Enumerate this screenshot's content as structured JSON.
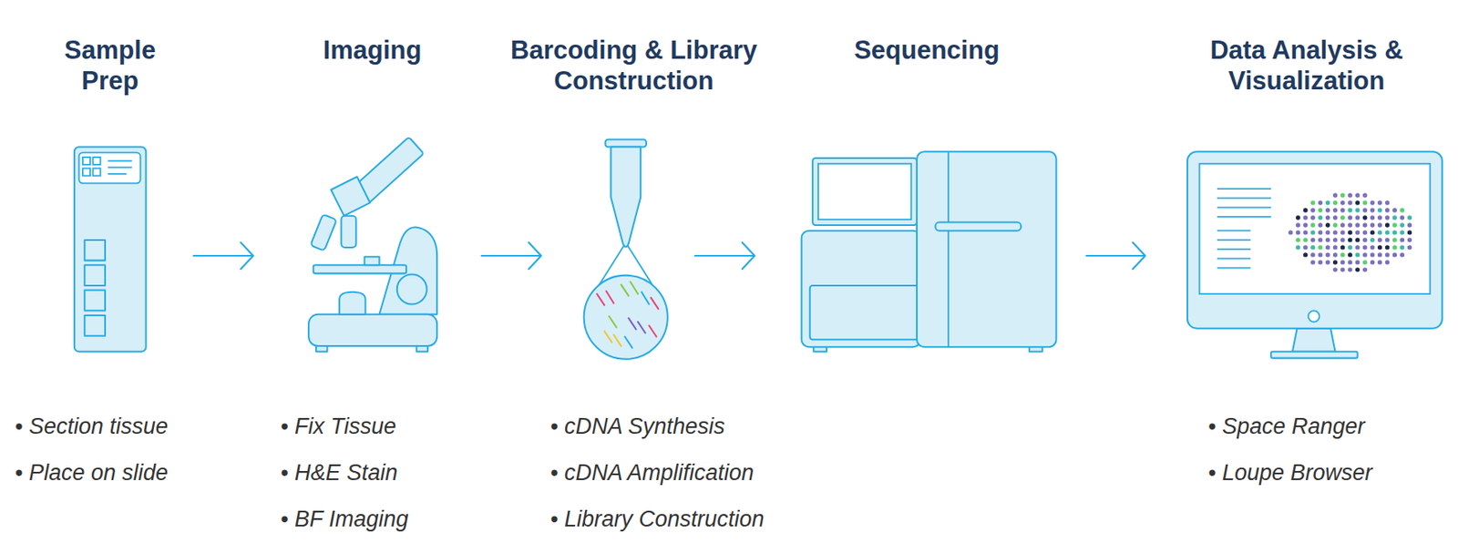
{
  "diagram": {
    "nodes": [
      {
        "text": [
          "Sample Prep",
          "• Section tissue",
          "• Place on slide"
        ]
      },
      {
        "text": [
          "Imaging",
          "• Fix Tissue",
          "• H&E Stain",
          "• BF Imaging"
        ]
      },
      {
        "text": [
          "Barcoding & Library Construction",
          "• cDNA Synthesis",
          "• cDNA Amplification",
          "• Library Construction"
        ]
      },
      {
        "text": [
          "Sequencing"
        ]
      },
      {
        "text": [
          "Data Analysis & Visualization",
          "• Space Ranger",
          "• Loupe Browser"
        ]
      }
    ],
    "edges": [
      {
        "from": 0,
        "to": 1,
        "arrow": "to"
      },
      {
        "from": 1,
        "to": 2,
        "arrow": "to"
      },
      {
        "from": 2,
        "to": 3,
        "arrow": "to"
      },
      {
        "from": 3,
        "to": 4,
        "arrow": "to"
      }
    ]
  }
}
